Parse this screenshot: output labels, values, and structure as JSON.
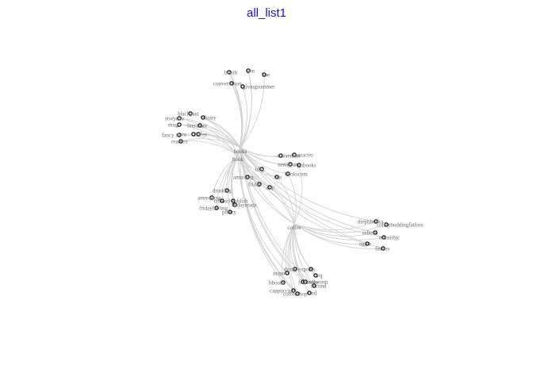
{
  "title": "all_list1",
  "colors": {
    "title": "#1515cc",
    "edge": "#d2d2d2",
    "label": "#6a6a6a",
    "hub_books": "#111111",
    "hub_coffee": "#777777",
    "hub_book": "#999999"
  },
  "nodes": [
    {
      "id": "books",
      "label": "books",
      "hub": true
    },
    {
      "id": "book",
      "label": "book",
      "hub": true
    },
    {
      "id": "coffee",
      "label": "coffee",
      "hub": true
    },
    {
      "id": "jon",
      "label": "jon"
    },
    {
      "id": "booth",
      "label": "booth"
    },
    {
      "id": "boe",
      "label": "boe"
    },
    {
      "id": "conversation",
      "label": "conversation"
    },
    {
      "id": "givingsummer",
      "label": "givingsummer"
    },
    {
      "id": "blackpast",
      "label": "blackpast"
    },
    {
      "id": "storyday",
      "label": "storyday"
    },
    {
      "id": "library",
      "label": "library"
    },
    {
      "id": "mug",
      "label": "mug"
    },
    {
      "id": "literature",
      "label": "literature"
    },
    {
      "id": "fancy",
      "label": "fancy"
    },
    {
      "id": "guru",
      "label": "guru"
    },
    {
      "id": "coffee2",
      "label": "coffee"
    },
    {
      "id": "readers",
      "label": "readers"
    },
    {
      "id": "doraemon",
      "label": "doraemon"
    },
    {
      "id": "character",
      "label": "character"
    },
    {
      "id": "instagram",
      "label": "instagram"
    },
    {
      "id": "yubooks",
      "label": "yubooks"
    },
    {
      "id": "bbq",
      "label": "bbq"
    },
    {
      "id": "bookscom",
      "label": "bookscom"
    },
    {
      "id": "amuising",
      "label": "amuising"
    },
    {
      "id": "eat",
      "label": "eat"
    },
    {
      "id": "friday",
      "label": "friday"
    },
    {
      "id": "cup",
      "label": "cup"
    },
    {
      "id": "drinking",
      "label": "drinking"
    },
    {
      "id": "amreading",
      "label": "amreading"
    },
    {
      "id": "trihotel",
      "label": "trihotel"
    },
    {
      "id": "publish",
      "label": "publish"
    },
    {
      "id": "fridayreads",
      "label": "fridayreads"
    },
    {
      "id": "fridayfeeling",
      "label": "fridayfeeling"
    },
    {
      "id": "poetry",
      "label": "poetry"
    },
    {
      "id": "diephbooks",
      "label": "diephbooks"
    },
    {
      "id": "coffeebuddingfatloss",
      "label": "coffeebuddingfatloss"
    },
    {
      "id": "refresh",
      "label": "refresh"
    },
    {
      "id": "transithjc",
      "label": "transithjc"
    },
    {
      "id": "agree",
      "label": "agree"
    },
    {
      "id": "fitness",
      "label": "fitness"
    },
    {
      "id": "drunk",
      "label": "drunk"
    },
    {
      "id": "express",
      "label": "express"
    },
    {
      "id": "inspo",
      "label": "inspo"
    },
    {
      "id": "avq",
      "label": "avq"
    },
    {
      "id": "bbooks",
      "label": "bbooks"
    },
    {
      "id": "favbooks",
      "label": "favbooks"
    },
    {
      "id": "bookworm",
      "label": "bookworm"
    },
    {
      "id": "second",
      "label": "second"
    },
    {
      "id": "cappuccino",
      "label": "cappuccino"
    },
    {
      "id": "coffeeshop",
      "label": "coffeeshop"
    },
    {
      "id": "find",
      "label": "find"
    }
  ]
}
